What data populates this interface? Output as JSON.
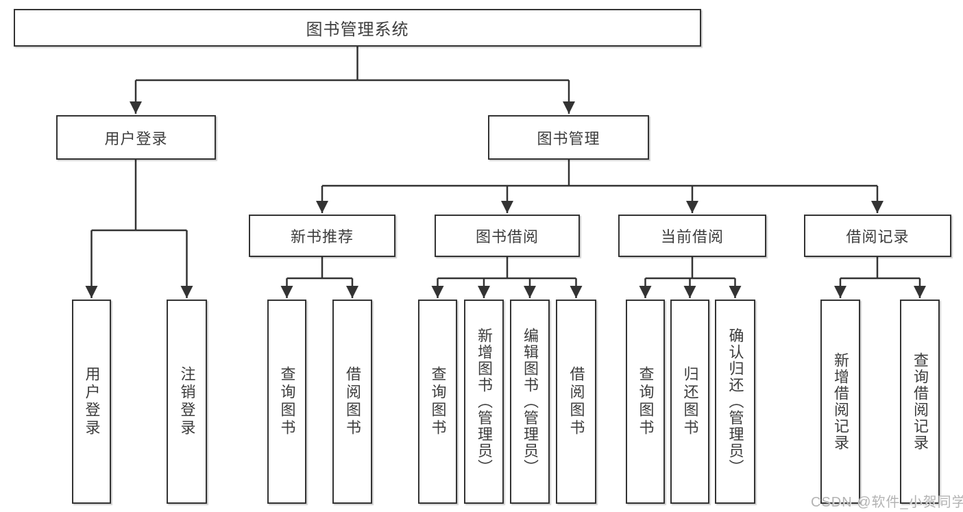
{
  "diagram": {
    "title": "图书管理系统",
    "level2": {
      "user_login": "用户登录",
      "book_management": "图书管理"
    },
    "level3": {
      "new_book_recommend": "新书推荐",
      "book_borrow": "图书借阅",
      "current_borrow": "当前借阅",
      "borrow_records": "借阅记录"
    },
    "leaves": {
      "user_login": "用户登录",
      "logout": "注销登录",
      "recommend_query_books": "查询图书",
      "recommend_borrow_books": "借阅图书",
      "borrow_query_books": "查询图书",
      "borrow_add_book_admin": "新增图书（管理员）",
      "borrow_edit_book_admin": "编辑图书（管理员）",
      "borrow_borrow_books": "借阅图书",
      "current_query_books": "查询图书",
      "current_return_book": "归还图书",
      "current_confirm_return_admin": "确认归还（管理员）",
      "records_add_record": "新增借阅记录",
      "records_query_record": "查询借阅记录"
    }
  },
  "watermark": "CSDN @软件_小贺同学",
  "colors": {
    "line": "#333333",
    "border": "#333333",
    "text": "#3d3d3d",
    "watermark": "#b3b3b3",
    "background": "#ffffff"
  }
}
